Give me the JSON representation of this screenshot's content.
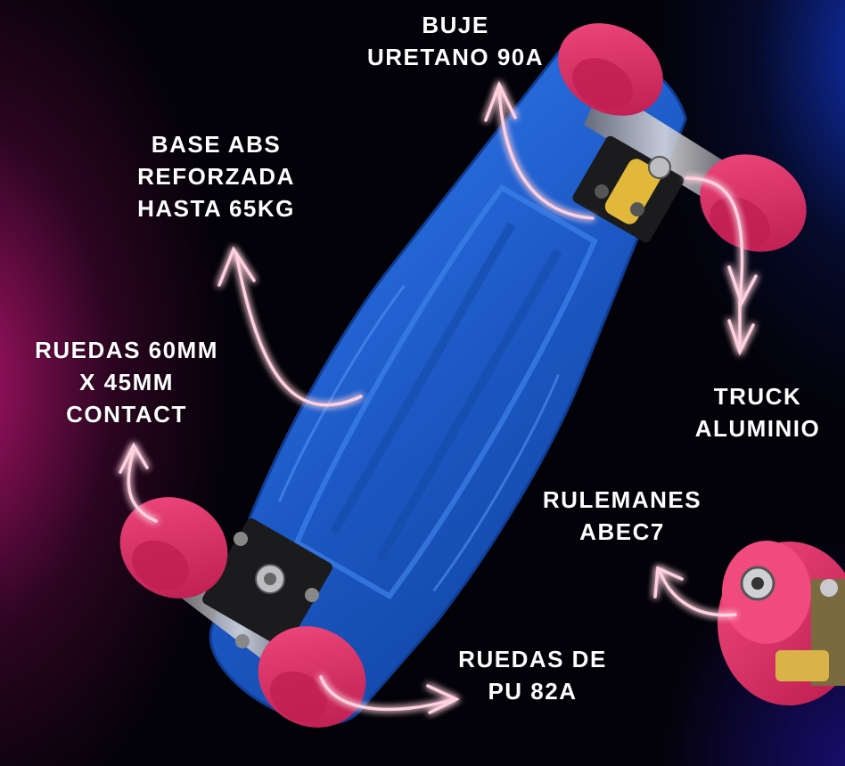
{
  "labels": {
    "buje": [
      "BUJE",
      "URETANO 90A"
    ],
    "base": [
      "BASE ABS",
      "REFORZADA",
      "HASTA 65KG"
    ],
    "ruedas_size": [
      "RUEDAS 60MM",
      "X 45MM",
      "CONTACT"
    ],
    "truck": [
      "TRUCK",
      "ALUMINIO"
    ],
    "rulemanes": [
      "RULEMANES",
      "ABEC7"
    ],
    "ruedas_pu": [
      "RUEDAS DE",
      "PU 82A"
    ]
  },
  "colors": {
    "deck": "#1e5fd0",
    "wheel": "#e8306a",
    "arrow_glow": "#ff5a8c",
    "background_left_glow": "#c41678",
    "background_right_glow": "#1e40d8"
  },
  "icons": [
    "skateboard",
    "wheel",
    "curved-arrow"
  ]
}
